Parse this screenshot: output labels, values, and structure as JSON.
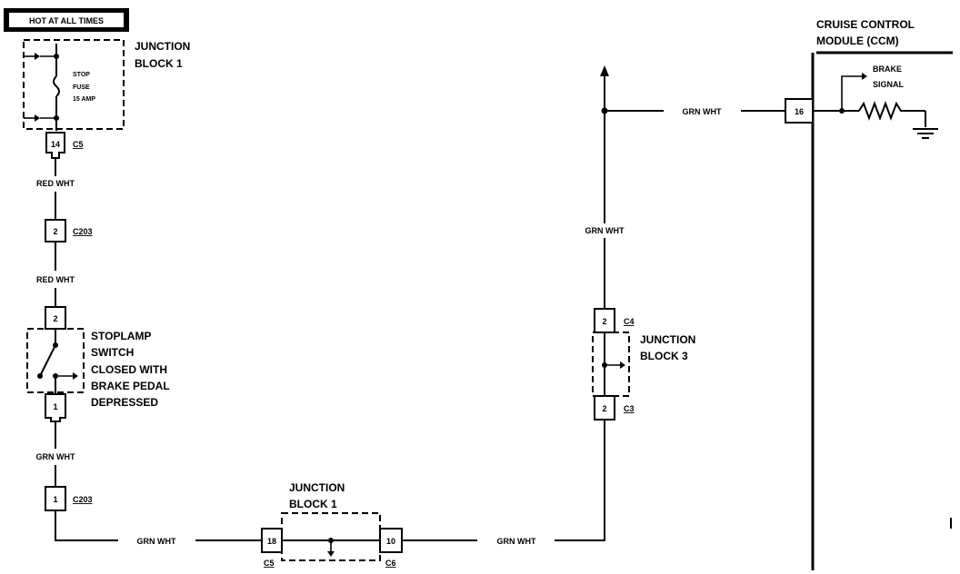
{
  "header": {
    "hot_label": "HOT AT ALL TIMES"
  },
  "junction_block_1_top": {
    "title": "JUNCTION\nBLOCK 1"
  },
  "fuse": {
    "line1": "STOP",
    "line2": "FUSE",
    "line3": "15 AMP"
  },
  "connector_top": {
    "pin": "14",
    "name": "C5"
  },
  "wire_1": {
    "color": "RED WHT"
  },
  "connector_c203_top": {
    "pin": "2",
    "name": "C203"
  },
  "wire_2": {
    "color": "RED WHT"
  },
  "stoplamp": {
    "pin_top": "2",
    "pin_bottom": "1",
    "lines": [
      "STOPLAMP",
      "SWITCH",
      "CLOSED WITH",
      "BRAKE PEDAL",
      "DEPRESSED"
    ]
  },
  "wire_3": {
    "color": "GRN WHT"
  },
  "connector_c203_bottom": {
    "pin": "1",
    "name": "C203"
  },
  "wire_bottom_left": {
    "color": "GRN WHT"
  },
  "junction_block_1_bottom": {
    "title": "JUNCTION\nBLOCK 1",
    "pin_left": "18",
    "conn_left": "C5",
    "pin_right": "10",
    "conn_right": "C6"
  },
  "wire_bottom_right": {
    "color": "GRN WHT"
  },
  "junction_block_3": {
    "title": "JUNCTION\nBLOCK 3",
    "pin_top": "2",
    "conn_top": "C4",
    "pin_bottom": "2",
    "conn_bottom": "C3"
  },
  "wire_vertical": {
    "color": "GRN WHT"
  },
  "wire_top_horizontal": {
    "color": "GRN WHT"
  },
  "ccm": {
    "title": "CRUISE CONTROL\nMODULE (CCM)",
    "pin": "16",
    "signal": "BRAKE\nSIGNAL"
  }
}
